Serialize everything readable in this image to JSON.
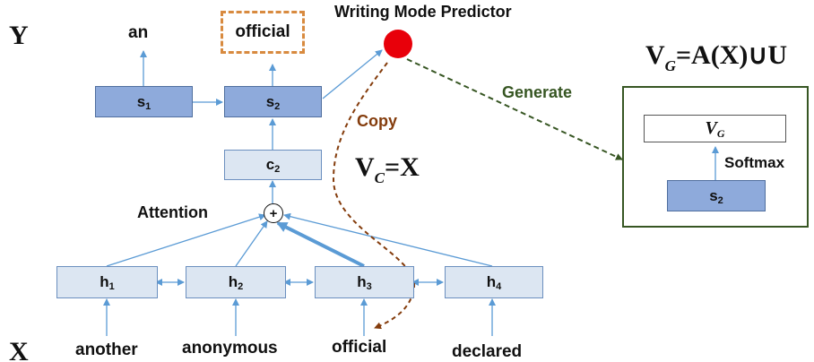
{
  "rows": {
    "y_label": "Y",
    "x_label": "X"
  },
  "outputs": {
    "out1": "an",
    "out2": "official"
  },
  "inputs": [
    "another",
    "anonymous",
    "official",
    "declared"
  ],
  "decoder": {
    "s1_main": "s",
    "s1_sub": "1",
    "s2_main": "s",
    "s2_sub": "2"
  },
  "context": {
    "c2_main": "c",
    "c2_sub": "2"
  },
  "encoder": [
    {
      "main": "h",
      "sub": "1"
    },
    {
      "main": "h",
      "sub": "2"
    },
    {
      "main": "h",
      "sub": "3"
    },
    {
      "main": "h",
      "sub": "4"
    }
  ],
  "attention": {
    "label": "Attention",
    "symbol": "+"
  },
  "predictor": {
    "label": "Writing Mode Predictor",
    "color": "#e8000a"
  },
  "copy": {
    "label": "Copy",
    "color": "#843c0c",
    "vc_main": "V",
    "vc_sub": "C",
    "vc_rest": "=X"
  },
  "generate": {
    "label": "Generate",
    "color": "#375623",
    "formula_main": "V",
    "formula_sub": "G",
    "formula_rest": "=A(X)∪U",
    "vg_main": "V",
    "vg_sub": "G",
    "softmax": "Softmax",
    "s2_main": "s",
    "s2_sub": "2"
  },
  "colors": {
    "arrow": "#5b9bd5",
    "selected_border": "#d88a3f"
  }
}
